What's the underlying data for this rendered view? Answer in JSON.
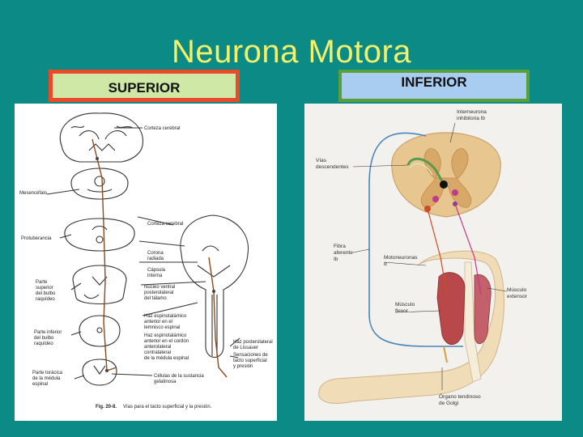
{
  "title": "Neurona Motora",
  "labels": {
    "superior": "SUPERIOR",
    "inferior": "INFERIOR"
  },
  "left_figure": {
    "labels": {
      "corteza1": "Corteza cerebral",
      "mesencefalo": "Mesencéfalo",
      "protuberancia": "Protuberancia",
      "corteza2": "Corteza cerebral",
      "corona": "Corona",
      "radiada": "radiada",
      "capsula": "Cápsula",
      "interna": "interna",
      "bulbo_sup_1": "Parte",
      "bulbo_sup_2": "superior",
      "bulbo_sup_3": "del bulbo",
      "bulbo_sup_4": "raquídeo",
      "nucleo_1": "Núcleo ventral",
      "nucleo_2": "posterolateral",
      "nucleo_3": "del tálamo",
      "haz1_1": "Haz espinotalámico",
      "haz1_2": "anterior en el",
      "haz1_3": "lemnisco espinal",
      "haz2_1": "Haz espinotalámico",
      "haz2_2": "anterior en el cordón",
      "haz2_3": "anterolateral",
      "haz2_4": "contralateral",
      "haz2_5": "de la médula espinal",
      "bulbo_inf_1": "Parte inferior",
      "bulbo_inf_2": "del bulbo",
      "bulbo_inf_3": "raquídeo",
      "lissauer_1": "Haz posterolateral",
      "lissauer_2": "de Lissauer",
      "sens_1": "Sensaciones de",
      "sens_2": "tacto superficial",
      "sens_3": "y presión",
      "toracica_1": "Parte torácica",
      "toracica_2": "de la médula",
      "toracica_3": "espinal",
      "gelatinosa_1": "Células de la sustancia",
      "gelatinosa_2": "gelatinosa",
      "caption_bold": "Fig. 20-8.",
      "caption": "Vías para el tacto superficial y la presión."
    }
  },
  "right_figure": {
    "labels": {
      "interneurona_1": "Interneurona",
      "interneurona_2": "inhibitoria Ib",
      "vias_1": "Vías",
      "vias_2": "descendentes",
      "fibra_1": "Fibra",
      "fibra_2": "aferente",
      "fibra_3": "Ib",
      "moto_1": "Motoneuronas",
      "moto_2": "α",
      "flexor_1": "Músculo",
      "flexor_2": "flexor",
      "extensor_1": "Músculo",
      "extensor_2": "extensor",
      "golgi_1": "Órgano tendinoso",
      "golgi_2": "de Golgi"
    }
  },
  "colors": {
    "background": "#0b8a86",
    "title": "#f3f06a",
    "superior_border": "#e84a2a",
    "superior_fill": "#cfe8a6",
    "inferior_border": "#5aa03a",
    "inferior_fill": "#a9cdf0"
  }
}
